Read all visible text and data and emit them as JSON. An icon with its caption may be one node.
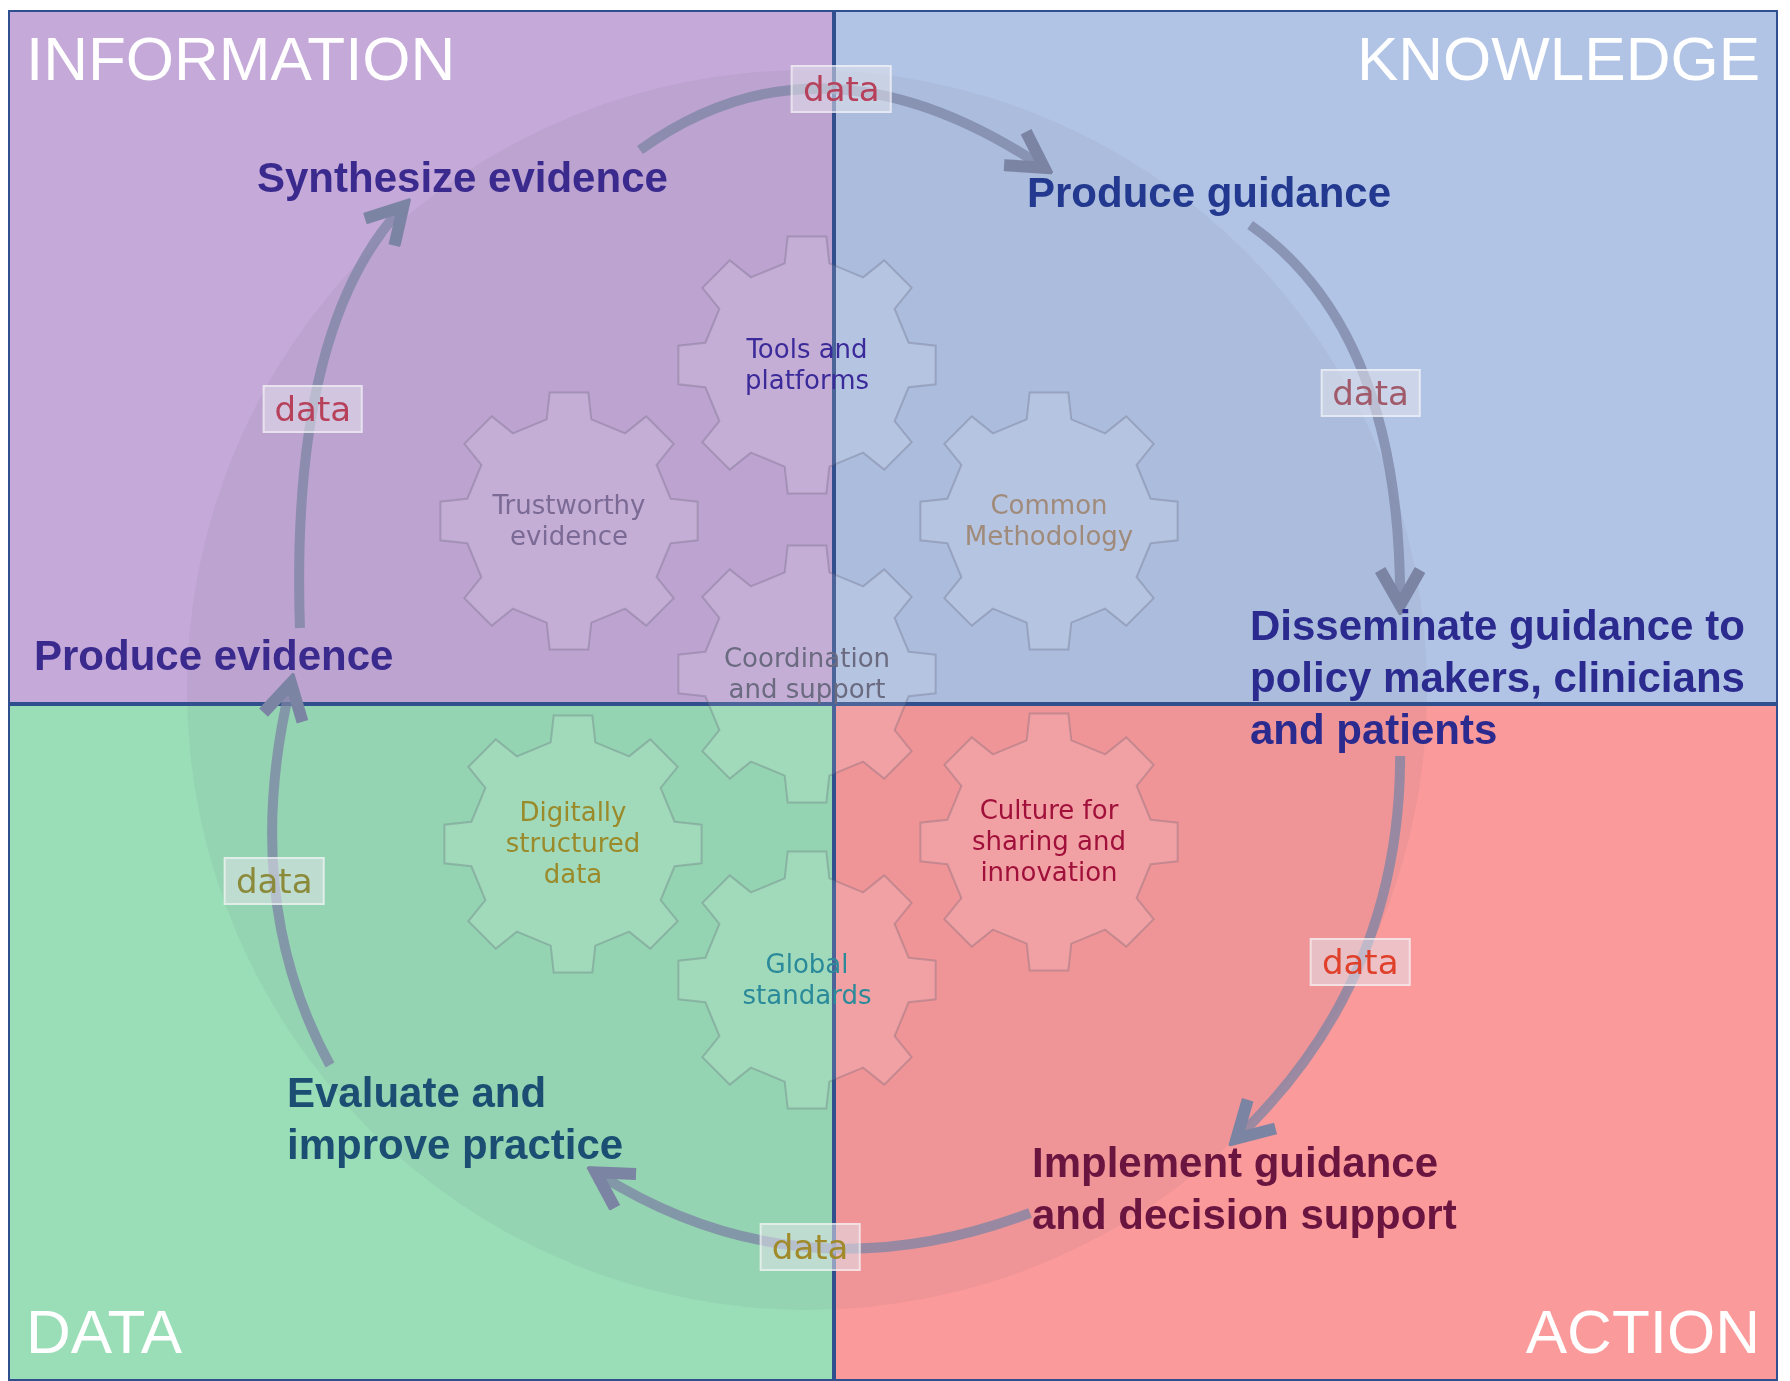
{
  "diagram": {
    "nodes": [
      {
        "text": [
          "INFORMATION"
        ]
      },
      {
        "text": [
          "KNOWLEDGE"
        ]
      },
      {
        "text": [
          "DATA"
        ]
      },
      {
        "text": [
          "ACTION"
        ]
      },
      {
        "text": [
          "Synthesize evidence"
        ],
        "in": 0
      },
      {
        "text": [
          "Produce guidance"
        ],
        "in": 1
      },
      {
        "text": [
          "Disseminate guidance to policy makers, clinicians and patients"
        ]
      },
      {
        "text": [
          "Implement guidance and decision support"
        ],
        "in": 3
      },
      {
        "text": [
          "Evaluate and improve practice"
        ],
        "in": 2
      },
      {
        "text": [
          "Produce evidence"
        ],
        "in": 0
      },
      {
        "text": [
          "Tools and platforms"
        ]
      },
      {
        "text": [
          "Trustworthy evidence"
        ],
        "in": 0
      },
      {
        "text": [
          "Common Methodology"
        ],
        "in": 1
      },
      {
        "text": [
          "Coordination and support"
        ]
      },
      {
        "text": [
          "Digitally structured data"
        ],
        "in": 2
      },
      {
        "text": [
          "Culture for sharing and innovation"
        ],
        "in": 3
      },
      {
        "text": [
          "Global standards"
        ]
      }
    ],
    "edges": [
      {
        "from": 9,
        "to": 4,
        "arrow": "to",
        "label": "data"
      },
      {
        "from": 4,
        "to": 5,
        "arrow": "to",
        "label": "data"
      },
      {
        "from": 5,
        "to": 6,
        "arrow": "to",
        "label": "data"
      },
      {
        "from": 6,
        "to": 7,
        "arrow": "to",
        "label": "data"
      },
      {
        "from": 7,
        "to": 8,
        "arrow": "to",
        "label": "data"
      },
      {
        "from": 8,
        "to": 9,
        "arrow": "to",
        "label": "data"
      }
    ]
  }
}
